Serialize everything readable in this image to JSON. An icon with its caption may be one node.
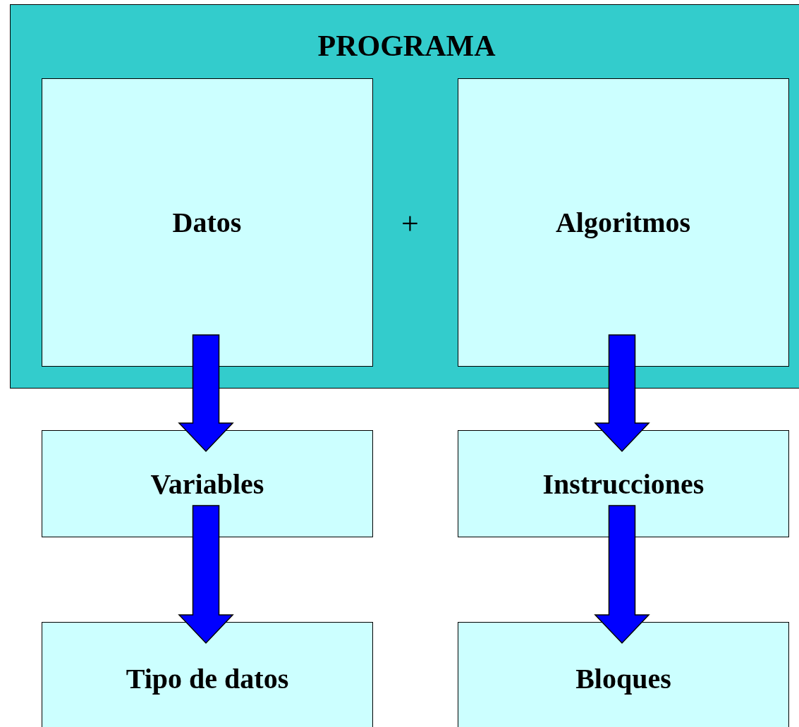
{
  "diagram": {
    "nodes": [
      {
        "text": [
          "PROGRAMA"
        ]
      },
      {
        "text": [
          "Datos"
        ],
        "in": 0
      },
      {
        "text": [
          "Algoritmos"
        ],
        "in": 0
      },
      {
        "text": [
          "Variables"
        ]
      },
      {
        "text": [
          "Instrucciones"
        ]
      },
      {
        "text": [
          "Tipo de datos"
        ]
      },
      {
        "text": [
          "Bloques"
        ]
      }
    ],
    "edges": [
      {
        "from": 1,
        "to": 3,
        "arrow": "to"
      },
      {
        "from": 3,
        "to": 5,
        "arrow": "to"
      },
      {
        "from": 2,
        "to": 4,
        "arrow": "to"
      },
      {
        "from": 4,
        "to": 6,
        "arrow": "to"
      }
    ],
    "labels": [
      "+"
    ]
  }
}
